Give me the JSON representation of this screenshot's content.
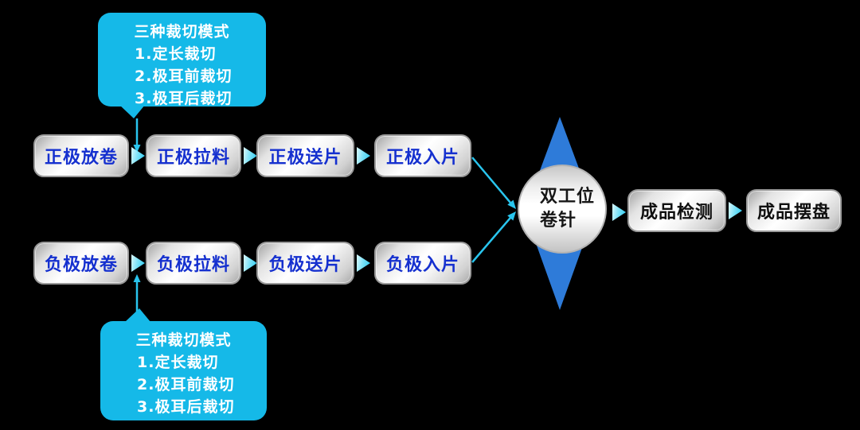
{
  "colors": {
    "background": "#000000",
    "callout_cyan": "#15b9e8",
    "box_text_blue": "#1530cf",
    "box_text_dark": "#101010",
    "diamond_blue": "#2e7bd9",
    "arrow_cyan": "#29c9f0",
    "connector_line_cyan": "#29c5ee"
  },
  "callout_top": {
    "title": "三种裁切模式",
    "items": [
      "1.定长裁切",
      "2.极耳前裁切",
      "3.极耳后裁切"
    ]
  },
  "callout_bottom": {
    "title": "三种裁切模式",
    "items": [
      "1.定长裁切",
      "2.极耳前裁切",
      "3.极耳后裁切"
    ]
  },
  "flow": {
    "positive": [
      "正极放卷",
      "正极拉料",
      "正极送片",
      "正极入片"
    ],
    "negative": [
      "负极放卷",
      "负极拉料",
      "负极送片",
      "负极入片"
    ],
    "center": {
      "line1": "双工位",
      "line2": "卷针"
    },
    "output": [
      "成品检测",
      "成品摆盘"
    ]
  }
}
